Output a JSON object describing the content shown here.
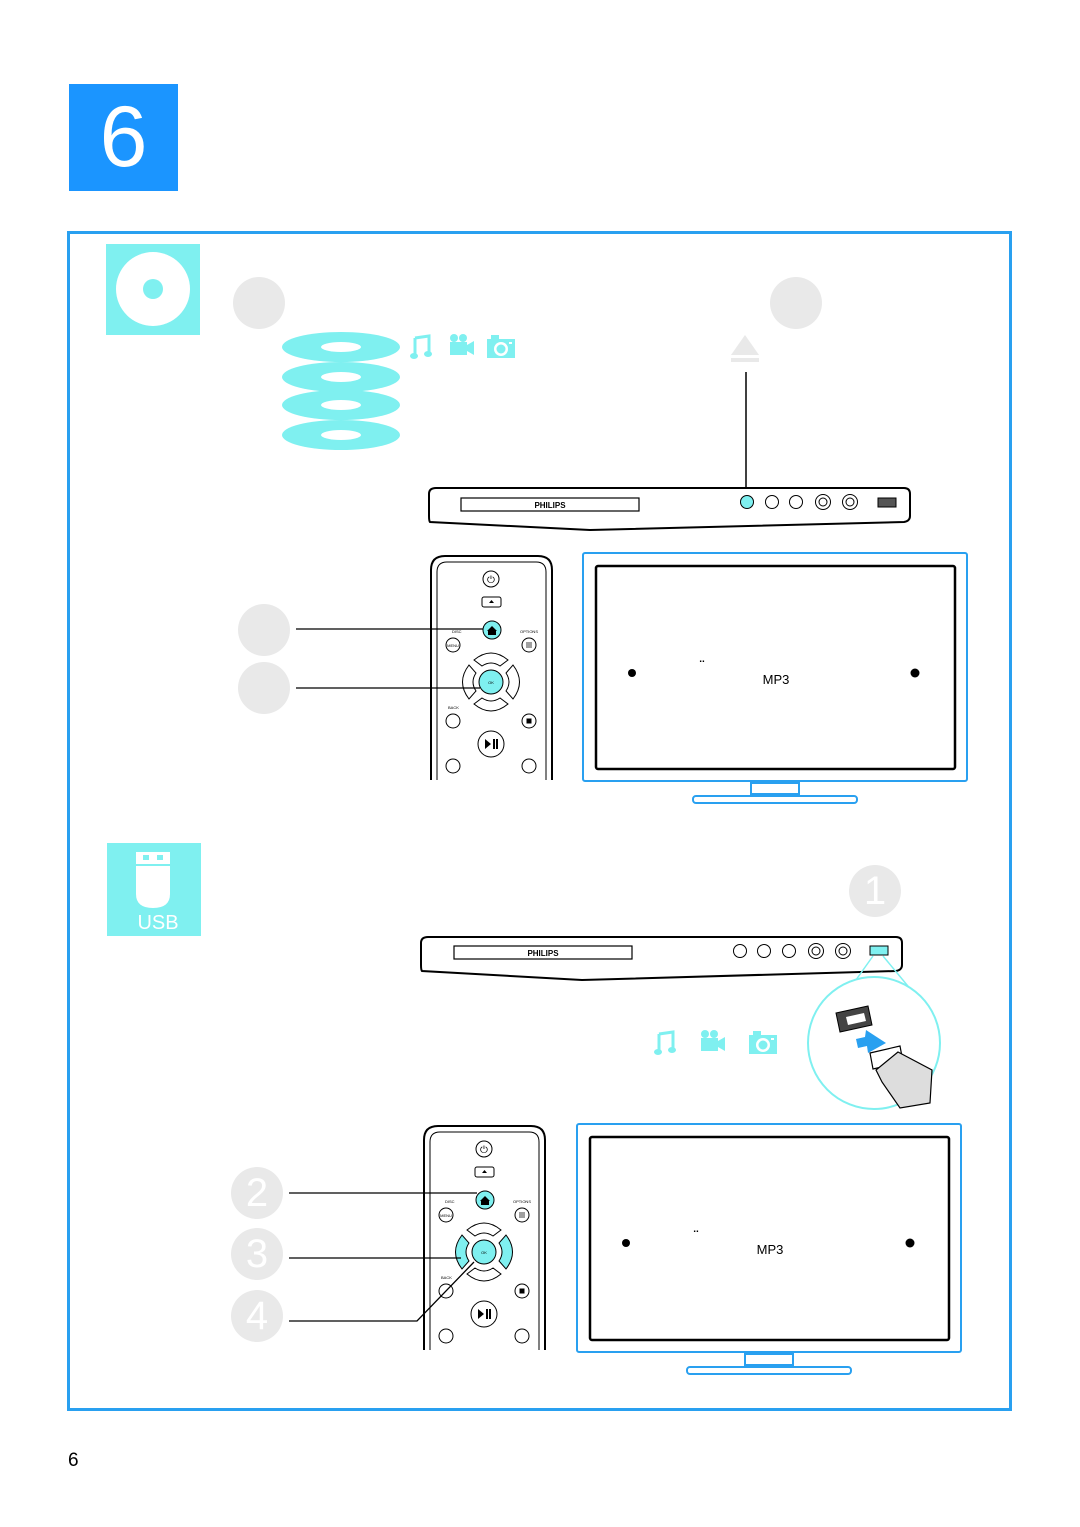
{
  "chapter": {
    "number": "6"
  },
  "page": {
    "number": "6"
  },
  "disc_section": {
    "icon": "disc-icon",
    "media_icons": [
      "music-note-icon",
      "video-camera-icon",
      "photo-camera-icon"
    ],
    "player_brand": "PHILIPS",
    "eject_icon": "eject-icon",
    "remote_labels": {
      "disc": "DISC",
      "menu": "MENU",
      "options": "OPTIONS",
      "ok": "OK",
      "back": "BACK"
    },
    "tv_screen": {
      "dots": "..",
      "text": "MP3"
    }
  },
  "usb_section": {
    "icon_label": "USB",
    "steps": [
      "1",
      "2",
      "3",
      "4"
    ],
    "media_icons": [
      "music-note-icon",
      "video-camera-icon",
      "photo-camera-icon"
    ],
    "player_brand": "PHILIPS",
    "remote_labels": {
      "disc": "DISC",
      "menu": "MENU",
      "options": "OPTIONS",
      "ok": "OK",
      "back": "BACK"
    },
    "tv_screen": {
      "dots": "..",
      "text": "MP3"
    }
  },
  "colors": {
    "accent_blue": "#1b95ff",
    "frame_blue": "#29a0f0",
    "cyan": "#7ff0f0",
    "step_gray": "#e9e9e9"
  }
}
